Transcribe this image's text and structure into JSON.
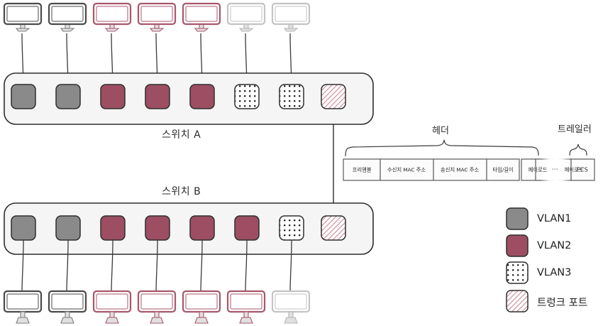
{
  "diagram": {
    "title_switch_a": "스위치 A",
    "title_switch_b": "스위치 B"
  },
  "switch_a": {
    "label": "스위치 A",
    "ports": [
      {
        "name": "port-vlan1",
        "type": "vlan1"
      },
      {
        "name": "port-vlan1",
        "type": "vlan1"
      },
      {
        "name": "port-vlan2",
        "type": "vlan2"
      },
      {
        "name": "port-vlan2",
        "type": "vlan2"
      },
      {
        "name": "port-vlan2",
        "type": "vlan2"
      },
      {
        "name": "port-vlan3",
        "type": "vlan3"
      },
      {
        "name": "port-vlan3",
        "type": "vlan3"
      },
      {
        "name": "port-trunk",
        "type": "trunk"
      }
    ],
    "hosts": [
      {
        "type": "vlan1"
      },
      {
        "type": "vlan1"
      },
      {
        "type": "vlan2"
      },
      {
        "type": "vlan2"
      },
      {
        "type": "vlan2"
      },
      {
        "type": "vlan3"
      },
      {
        "type": "vlan3"
      }
    ]
  },
  "switch_b": {
    "label": "스위치 B",
    "ports": [
      {
        "name": "port-vlan1",
        "type": "vlan1"
      },
      {
        "name": "port-vlan1",
        "type": "vlan1"
      },
      {
        "name": "port-vlan2",
        "type": "vlan2"
      },
      {
        "name": "port-vlan2",
        "type": "vlan2"
      },
      {
        "name": "port-vlan2",
        "type": "vlan2"
      },
      {
        "name": "port-vlan2",
        "type": "vlan2"
      },
      {
        "name": "port-vlan3",
        "type": "vlan3"
      },
      {
        "name": "port-trunk",
        "type": "trunk"
      }
    ],
    "hosts": [
      {
        "type": "vlan1"
      },
      {
        "type": "vlan1"
      },
      {
        "type": "vlan2"
      },
      {
        "type": "vlan2"
      },
      {
        "type": "vlan2"
      },
      {
        "type": "vlan2"
      },
      {
        "type": "vlan3"
      }
    ]
  },
  "frame": {
    "header_label": "헤더",
    "trailer_label": "트레일러",
    "cells": [
      {
        "label": "프리앰블",
        "width": 52
      },
      {
        "label": "수신지 MAC 주소",
        "width": 75
      },
      {
        "label": "송신지 MAC 주소",
        "width": 75
      },
      {
        "label": "타입/길이",
        "width": 46
      },
      {
        "label": "페이로드",
        "width": 55
      },
      {
        "label": "⋯",
        "width": 28
      },
      {
        "label": "페이로드",
        "width": 50
      },
      {
        "label": "FCS",
        "width": 30
      }
    ]
  },
  "legend": {
    "items": [
      {
        "label": "VLAN1",
        "type": "vlan1"
      },
      {
        "label": "VLAN2",
        "type": "vlan2"
      },
      {
        "label": "VLAN3",
        "type": "vlan3"
      },
      {
        "label": "트렁크 포트",
        "type": "trunk"
      }
    ]
  },
  "colors": {
    "vlan1": "#8a8a8a",
    "vlan2": "#9d4e63",
    "vlan3_dot": "#1a1a1a",
    "trunk_hatch": "#c98898",
    "switch_body": "#f5f5f5",
    "outline": "#2e2e2e",
    "monitor_gray": "#4a4a4a",
    "monitor_light": "#c3c3c3",
    "monitor_maroon": "#a8576b",
    "stand": "#e0e0e0"
  }
}
